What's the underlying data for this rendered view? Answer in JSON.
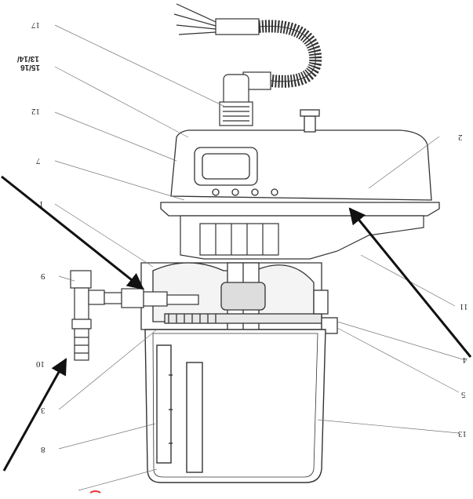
{
  "diagram": {
    "labels": {
      "l17": "17",
      "l1316a": "13/14/",
      "l1316b": "15/16",
      "l12": "12",
      "l7": "7",
      "l1": "1",
      "l9": "9",
      "l10": "10",
      "l3": "3",
      "l8": "8",
      "l2": "2",
      "l11": "11",
      "l4": "4",
      "l5": "5",
      "l13": "13"
    }
  }
}
